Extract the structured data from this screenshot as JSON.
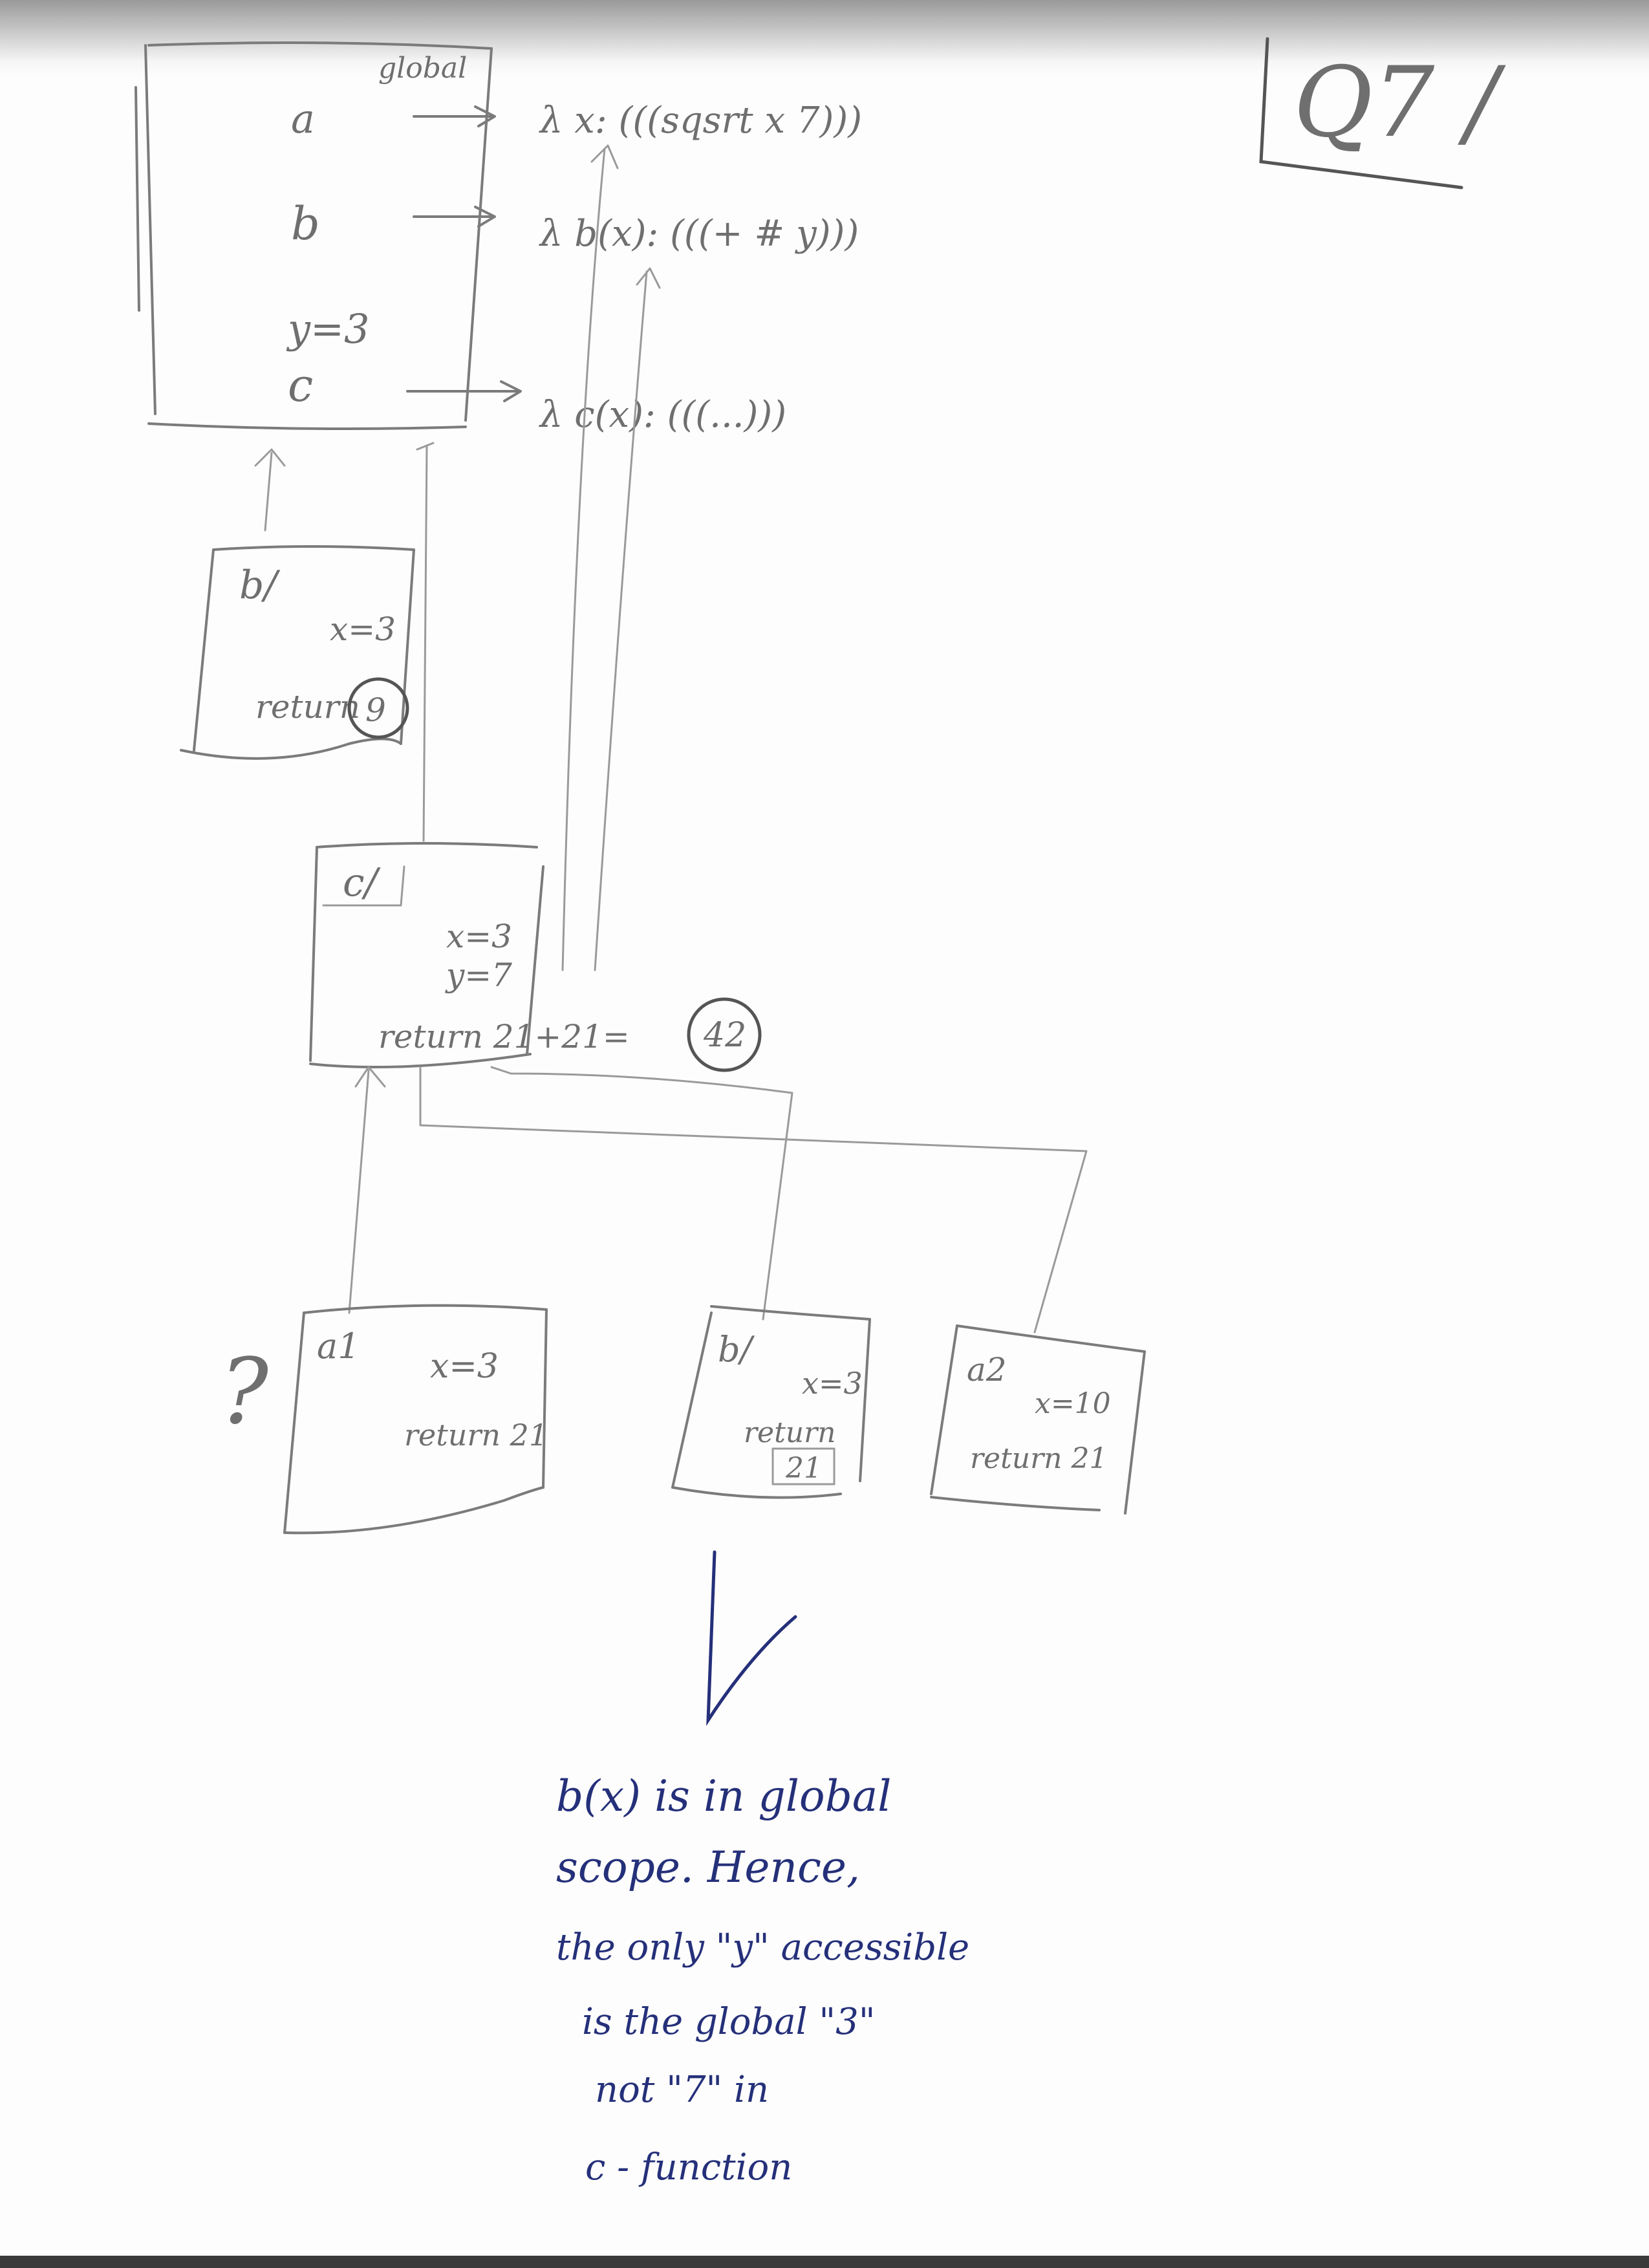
{
  "question_label": "Q7 /",
  "global_frame": {
    "label": "global",
    "vars": {
      "a": "a",
      "b": "b",
      "y": "y=3",
      "c": "c"
    }
  },
  "functions": {
    "f1": "λ x: (((sqsrt x 7)))",
    "f2": "λ b(x): (((+ # y)))",
    "f3": "λ c(x): (((...)))"
  },
  "frame_b1": {
    "label": "b/",
    "binding": "x=3",
    "return": "return",
    "result": "9"
  },
  "frame_c": {
    "label": "c/",
    "x": "x=3",
    "y": "y=7",
    "return": "return 21+21=",
    "result": "42"
  },
  "frame_a1": {
    "label": "a1",
    "binding": "x=3",
    "return": "return 21"
  },
  "frame_b2": {
    "label": "b/",
    "binding": "x=3",
    "return": "return",
    "boxed": "21"
  },
  "frame_a2": {
    "label": "a2",
    "binding": "x=10",
    "return": "return 21"
  },
  "question_mark": "?",
  "note": [
    "b(x) is in global",
    "scope. Hence,",
    "the only \"y\" accessible",
    "is the global \"3\"",
    "not \"7\" in",
    "c - function"
  ]
}
